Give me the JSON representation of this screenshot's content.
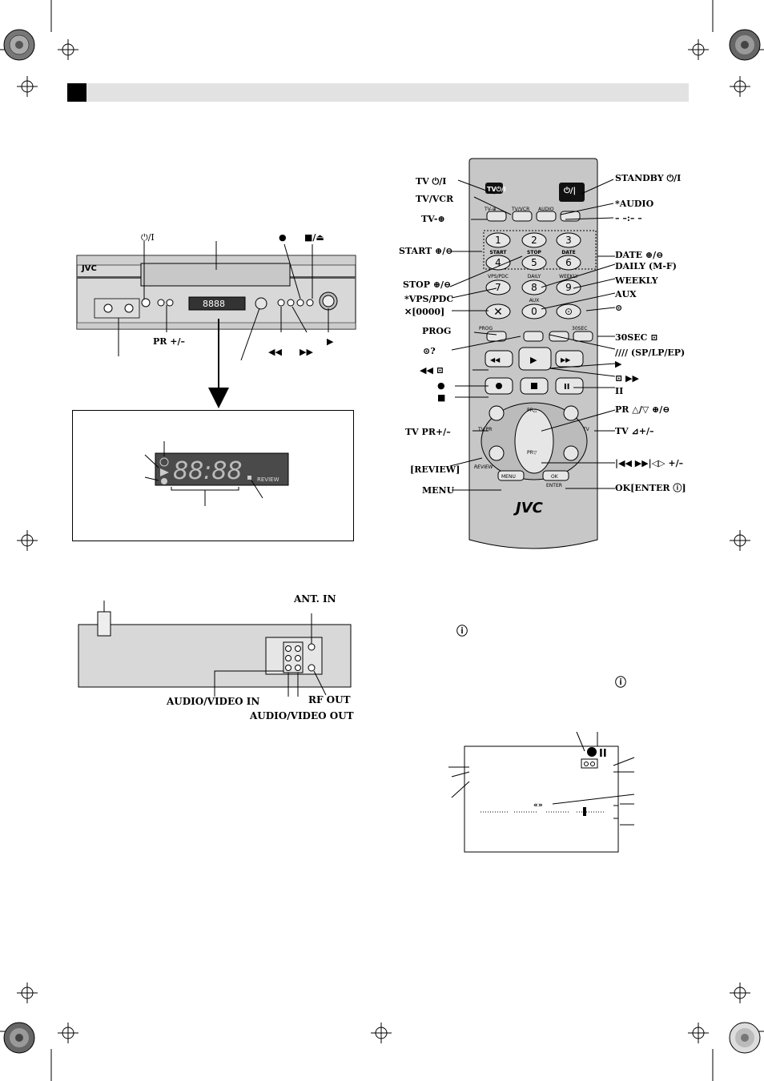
{
  "vcr_front": {
    "brand": "JVC",
    "standby_symbol": "⏻/I",
    "record_symbol": "●",
    "stop_eject_symbol": "■/⏏",
    "pr_label": "PR +/–",
    "rewind_label": "◀◀",
    "ffwd_label": "▶▶",
    "play_label": "▶"
  },
  "display": {
    "digits": "88:88",
    "review": "REVIEW"
  },
  "rear": {
    "ant_in": "ANT. IN",
    "av_in": "AUDIO/VIDEO IN",
    "rf_out": "RF OUT",
    "av_out": "AUDIO/VIDEO OUT"
  },
  "remote": {
    "brand": "JVC",
    "buttons": {
      "tv_power": "TV⏻/I",
      "tvvcr": "TV/VCR",
      "tv_input": "TV-⊕",
      "audio": "AUDIO",
      "n1": "1",
      "n2": "2",
      "n3": "3",
      "n4": "4",
      "n5": "5",
      "n6": "6",
      "n7": "7",
      "n8": "8",
      "n9": "9",
      "n0": "0",
      "start": "START",
      "stop": "STOP",
      "date": "DATE",
      "vpspdc": "VPS/PDC",
      "daily": "DAILY",
      "weekly": "WEEKLY",
      "aux": "AUX",
      "prog": "PROG",
      "sec30": "30SEC",
      "menu": "MENU",
      "ok": "OK",
      "enter": "ENTER",
      "review": "REVIEW",
      "pr_up": "PR△",
      "pr_down": "PR▽",
      "tv": "TV",
      "tv_pr": "TV PR"
    },
    "left_labels": {
      "tv_power": "TV ⏻/I",
      "tvvcr": "TV/VCR",
      "tv_input": "TV-⊕",
      "start": "START ⊕/⊖",
      "stop": "STOP ⊕/⊖",
      "vpspdc": "*VPS/PDC",
      "cancel": "✕[0000]",
      "prog": "PROG",
      "timer_check": "⊙?",
      "rewind": "◀◀ ⊡",
      "record": "●",
      "stop_btn": "■",
      "tv_pr": "TV PR+/–",
      "review": "[REVIEW]",
      "menu": "MENU"
    },
    "right_labels": {
      "standby": "STANDBY ⏻/I",
      "audio": "*AUDIO",
      "time": "– –:– –",
      "date": "DATE ⊕/⊖",
      "daily": "DAILY (M-F)",
      "weekly": "WEEKLY",
      "aux": "AUX",
      "timer": "⊙",
      "sec30": "30SEC ⊡",
      "speed": "//// (SP/LP/EP)",
      "play": "▶",
      "ffwd": "⊡ ▶▶",
      "pause": "II",
      "pr": "PR △/▽ ⊕/⊖",
      "tv_vol": "TV ⊿+/–",
      "skip": "|◀◀ ▶▶|◁▷ +/–",
      "ok": "OK[ENTER ⓘ]"
    }
  },
  "info_icon": "ⓘ",
  "osd": {
    "rec": "●",
    "pause": "II",
    "speed_arrows": "«»"
  }
}
